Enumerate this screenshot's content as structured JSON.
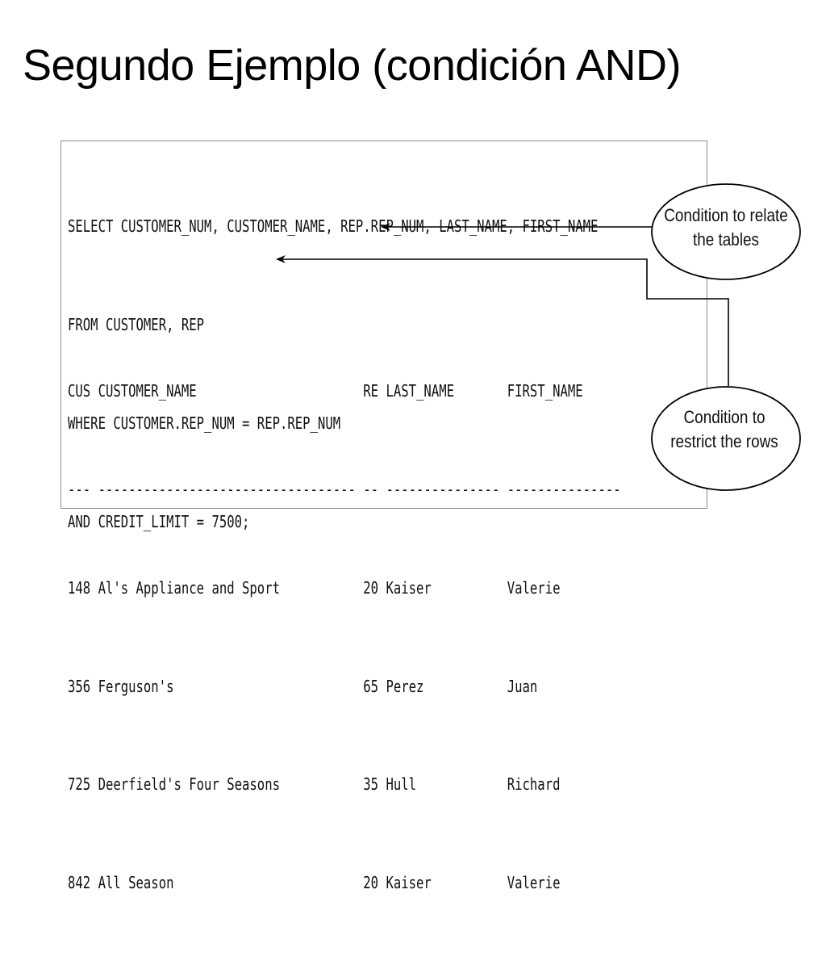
{
  "slide": {
    "title": "Segundo Ejemplo (condición AND)"
  },
  "query": {
    "lines": [
      "SELECT CUSTOMER_NUM, CUSTOMER_NAME, REP.REP_NUM, LAST_NAME, FIRST_NAME",
      "FROM CUSTOMER, REP",
      "WHERE CUSTOMER.REP_NUM = REP.REP_NUM",
      "AND CREDIT_LIMIT = 7500;"
    ]
  },
  "result": {
    "header": "CUS CUSTOMER_NAME                      RE LAST_NAME       FIRST_NAME",
    "separator": "--- ---------------------------------- -- --------------- ---------------",
    "rows": [
      "148 Al's Appliance and Sport           20 Kaiser          Valerie",
      "356 Ferguson's                         65 Perez           Juan",
      "725 Deerfield's Four Seasons           35 Hull            Richard",
      "842 All Season                         20 Kaiser          Valerie"
    ]
  },
  "callouts": {
    "relate": {
      "line1": "Condition to relate",
      "line2": "the tables"
    },
    "restrict": {
      "line1": "Condition to",
      "line2": "restrict the rows"
    }
  },
  "colors": {
    "text": "#111111",
    "box_border": "#8a8a8a",
    "connector": "#000000"
  }
}
